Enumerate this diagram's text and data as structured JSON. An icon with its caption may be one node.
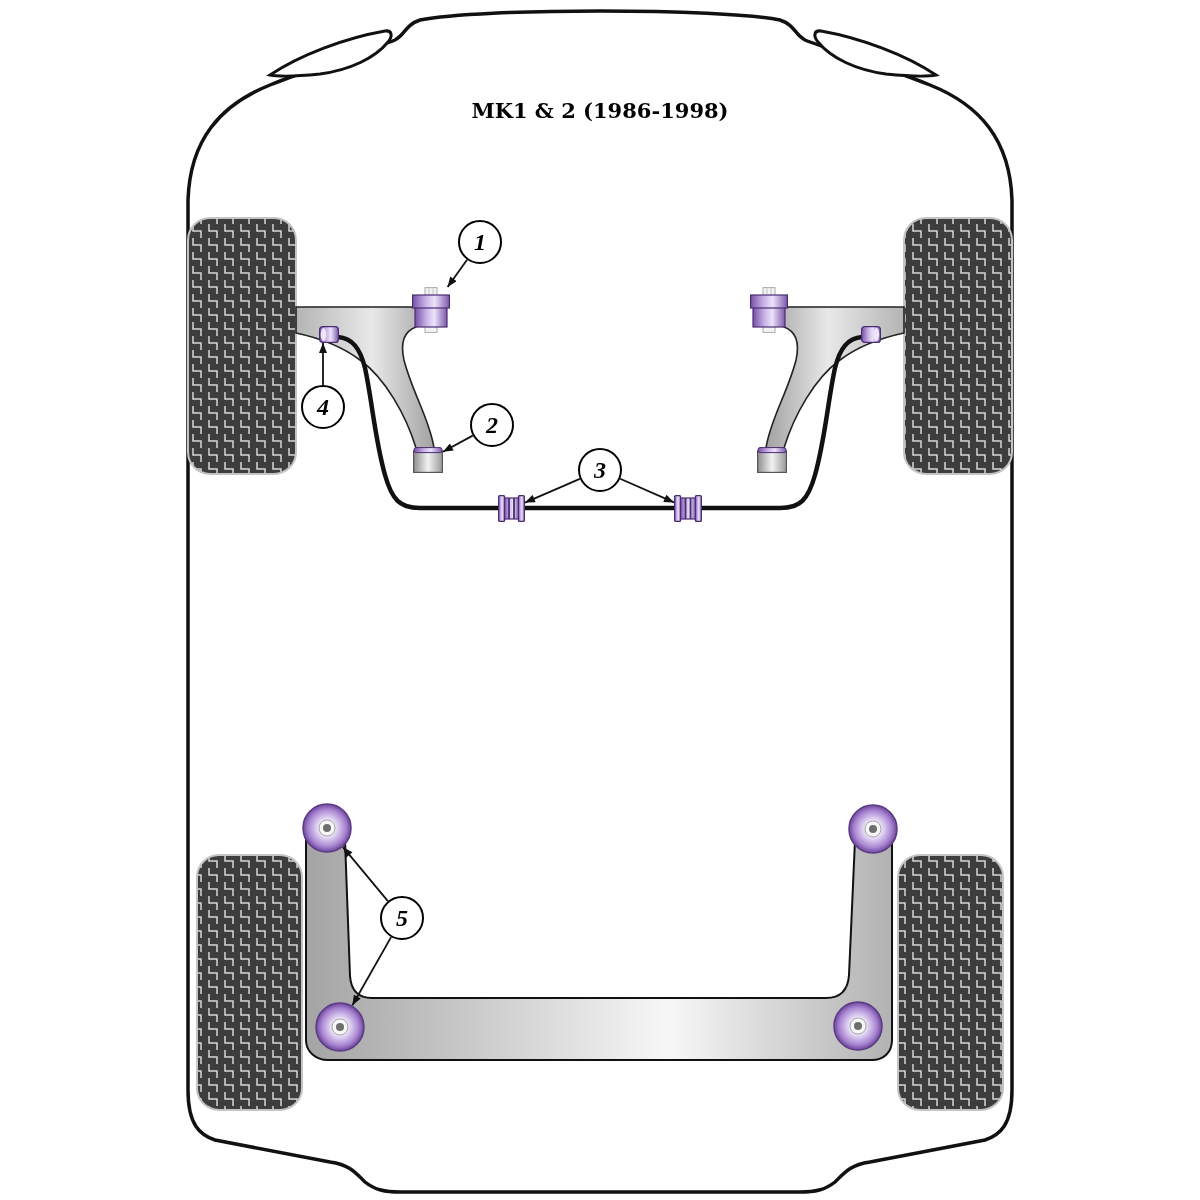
{
  "diagram": {
    "title": "MK1 & 2 (1986-1998)",
    "nodes": [
      {
        "text": [
          "1"
        ]
      },
      {
        "text": [],
        "shape": "cylinder"
      },
      {
        "text": [],
        "shape": "cylinder"
      },
      {
        "text": [],
        "shape": "cylinder"
      },
      {
        "text": [],
        "shape": "cylinder"
      },
      {
        "text": [
          "4"
        ]
      },
      {
        "text": [
          "2"
        ]
      },
      {
        "text": [],
        "shape": "cylinder"
      },
      {
        "text": [],
        "shape": "cylinder"
      },
      {
        "text": [
          "3"
        ]
      },
      {
        "text": [],
        "shape": "cylinder"
      },
      {
        "text": [],
        "shape": "cylinder"
      },
      {
        "text": [],
        "shape": "circle"
      },
      {
        "text": [],
        "shape": "circle"
      },
      {
        "text": [
          "5"
        ]
      },
      {
        "text": [],
        "shape": "circle"
      },
      {
        "text": [],
        "shape": "circle"
      }
    ],
    "edges": [
      {
        "from": 0,
        "to": 1,
        "arrow": "to"
      },
      {
        "from": 6,
        "to": 7,
        "arrow": "to"
      },
      {
        "from": 9,
        "to": 10,
        "arrow": "to"
      },
      {
        "from": 9,
        "to": 11,
        "arrow": "to"
      },
      {
        "from": 5,
        "to": 3,
        "arrow": "to"
      },
      {
        "from": 14,
        "to": 12,
        "arrow": "to"
      },
      {
        "from": 14,
        "to": 15,
        "arrow": "to"
      }
    ]
  }
}
